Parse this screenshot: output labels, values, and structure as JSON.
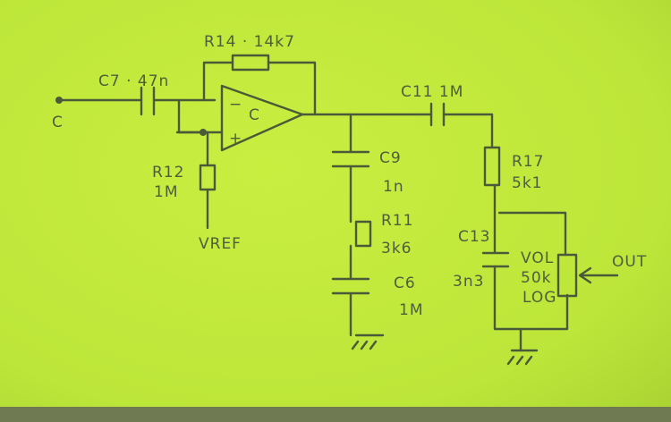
{
  "schematic": {
    "input_label": "C",
    "c7": "C7 · 47n",
    "r14": "R14 · 14k7",
    "opamp_label": "C",
    "opamp_minus": "−",
    "opamp_plus": "+",
    "r12_name": "R12",
    "r12_value": "1M",
    "vref": "VREF",
    "c11": "C11  1M",
    "c9_name": "C9",
    "c9_value": "1n",
    "r11_name": "R11",
    "r11_value": "3k6",
    "c6_name": "C6",
    "c6_value": "1M",
    "r17_name": "R17",
    "r17_value": "5k1",
    "c13_name": "C13",
    "c13_value": "3n3",
    "vol_name": "VOL",
    "vol_value": "50k",
    "vol_taper": "LOG",
    "output_label": "OUT"
  }
}
